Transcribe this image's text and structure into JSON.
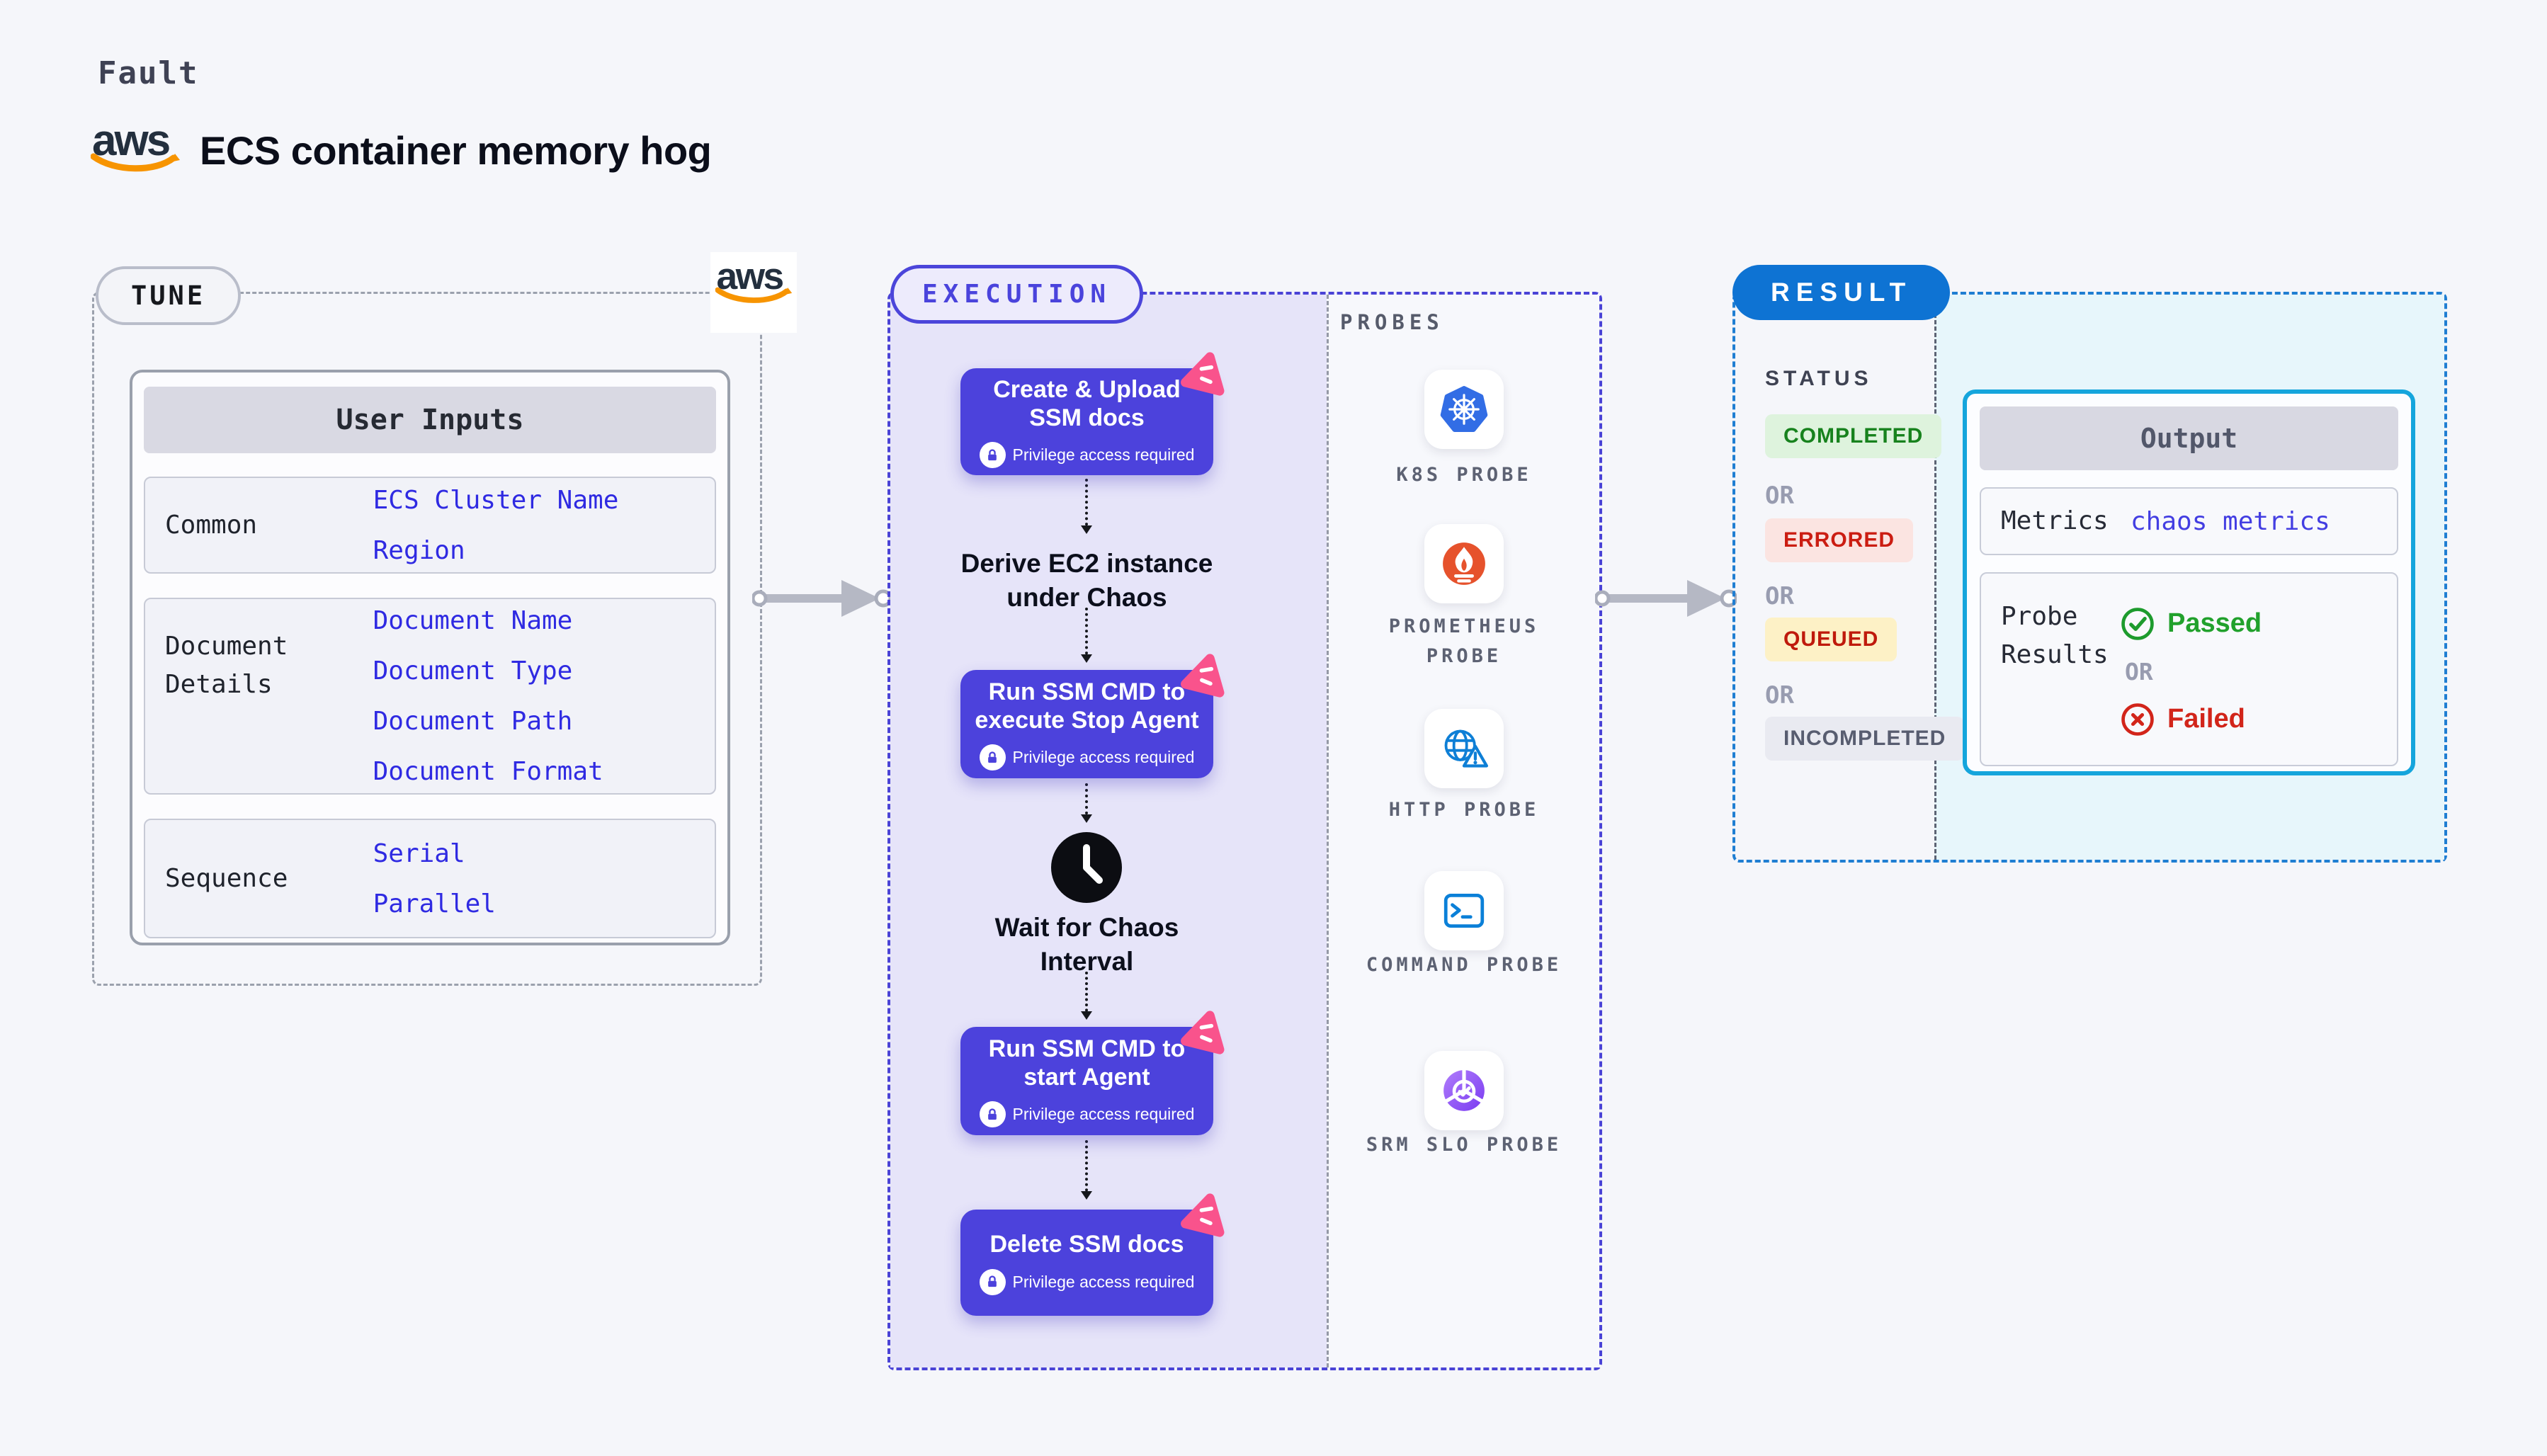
{
  "header": {
    "eyebrow": "Fault",
    "title": "ECS container memory hog",
    "aws_logo_text": "aws"
  },
  "tune": {
    "label": "TUNE",
    "table": {
      "title": "User Inputs",
      "rows": [
        {
          "label": "Common",
          "values": [
            "ECS Cluster Name",
            "Region"
          ]
        },
        {
          "label": "Document Details",
          "values": [
            "Document Name",
            "Document Type",
            "Document Path",
            "Document Format"
          ]
        },
        {
          "label": "Sequence",
          "values": [
            "Serial",
            "Parallel"
          ]
        }
      ]
    }
  },
  "execution": {
    "label": "EXECUTION",
    "steps": [
      {
        "title": "Create & Upload SSM docs",
        "note": "Privilege access required"
      },
      {
        "title": "Derive EC2 instance under Chaos"
      },
      {
        "title": "Run SSM CMD to execute Stop Agent",
        "note": "Privilege access required"
      },
      {
        "title": "Wait for Chaos Interval"
      },
      {
        "title": "Run SSM CMD to start Agent",
        "note": "Privilege access required"
      },
      {
        "title": "Delete SSM docs",
        "note": "Privilege access required"
      }
    ],
    "probes": {
      "label": "PROBES",
      "items": [
        {
          "name": "K8S PROBE",
          "icon": "kubernetes-icon"
        },
        {
          "name": "PROMETHEUS PROBE",
          "icon": "prometheus-icon"
        },
        {
          "name": "HTTP PROBE",
          "icon": "http-globe-icon"
        },
        {
          "name": "COMMAND PROBE",
          "icon": "terminal-icon"
        },
        {
          "name": "SRM SLO PROBE",
          "icon": "srm-slo-icon"
        }
      ]
    }
  },
  "result": {
    "label": "RESULT",
    "status": {
      "label": "STATUS",
      "or": "OR",
      "badges": [
        "COMPLETED",
        "ERRORED",
        "QUEUED",
        "INCOMPLETED"
      ]
    },
    "output": {
      "title": "Output",
      "metrics_label": "Metrics",
      "metrics_value": "chaos metrics",
      "probe_results_label": "Probe Results",
      "passed": "Passed",
      "or": "OR",
      "failed": "Failed"
    }
  },
  "colors": {
    "page_bg": "#f5f6fa",
    "indigo": "#4c42dc",
    "indigo_panel": "#e6e4f9",
    "value_blue": "#2f2ae2",
    "result_blue": "#0e73d3",
    "cyan_border": "#15a5dc",
    "cyan_panel": "#e7f6fb",
    "green": "#1d9b2d",
    "red": "#d2251a",
    "queued_bg": "#fdf1c6",
    "completed_bg": "#def3dd",
    "errored_bg": "#fbe4e1",
    "incompleted_bg": "#e9eaf1",
    "pink_badge": "#f9538c",
    "arrow_gray": "#b5b8c4",
    "aws_orange": "#f79400",
    "k8s_blue": "#326de5",
    "prometheus_orange": "#e6522c",
    "http_blue": "#0e7fd6",
    "srm_purple": "#7a3bf1"
  }
}
